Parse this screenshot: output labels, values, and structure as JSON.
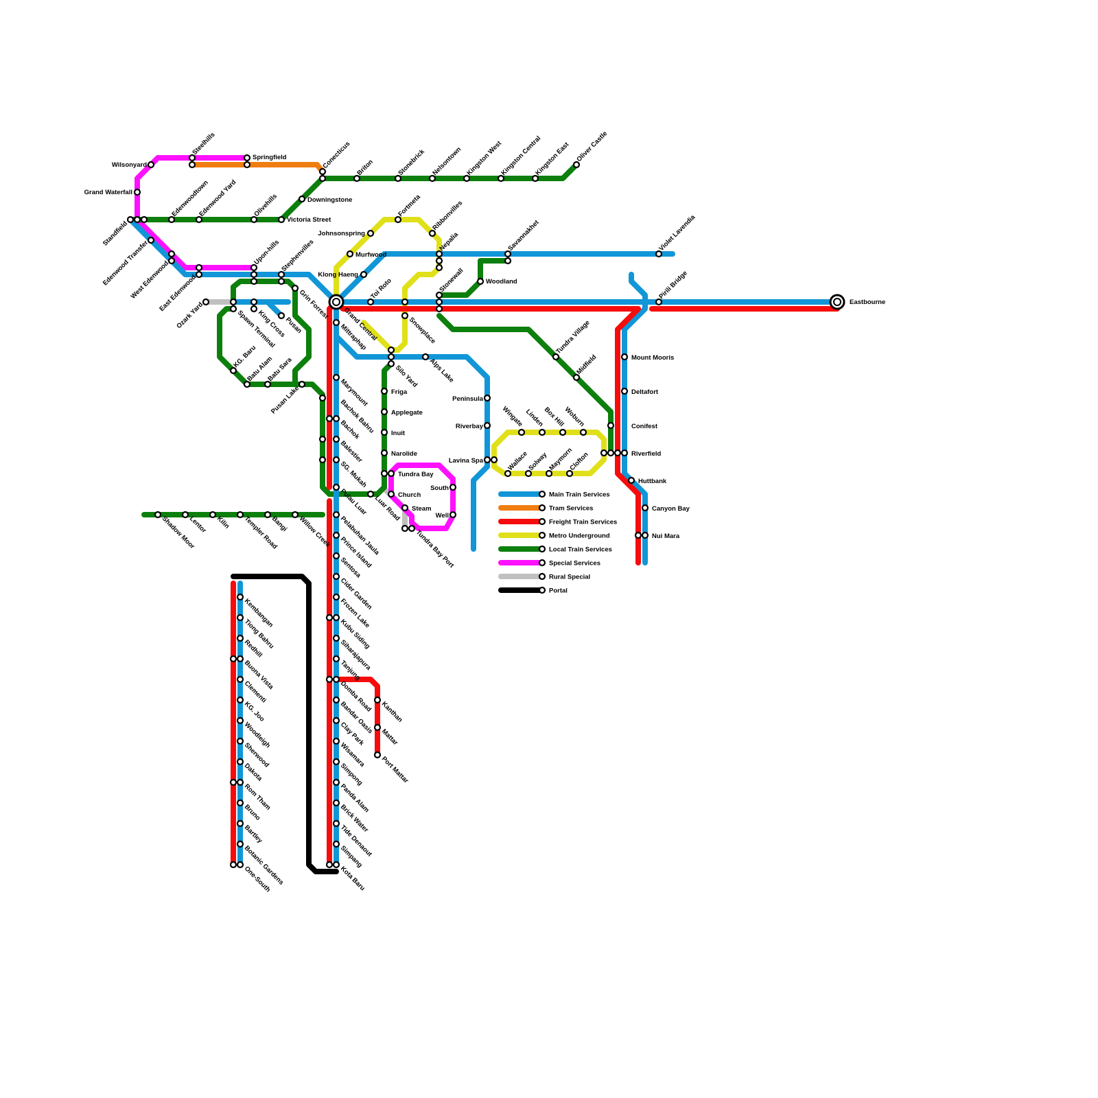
{
  "colors": {
    "main": "#1196D7",
    "tram": "#F07D10",
    "freight": "#F60C0C",
    "metro": "#E0E01A",
    "local": "#0C7F0C",
    "special": "#FF10FF",
    "rural": "#C0C0C0",
    "portal": "#000000"
  },
  "legend": [
    {
      "line": "main",
      "label": "Main Train Services"
    },
    {
      "line": "tram",
      "label": "Tram Services"
    },
    {
      "line": "freight",
      "label": "Freight Train Services"
    },
    {
      "line": "metro",
      "label": "Metro  Underground"
    },
    {
      "line": "local",
      "label": "Local Train Services"
    },
    {
      "line": "special",
      "label": "Special Services"
    },
    {
      "line": "rural",
      "label": "Rural Special"
    },
    {
      "line": "portal",
      "label": "Portal"
    }
  ],
  "stations": {
    "wilsonyard": "Wilsonyard",
    "steelhills": "Steelhills",
    "springfield": "Springfield",
    "conecticus": "Conecticus",
    "briton": "Briton",
    "stonebrick": "Stonebrick",
    "nelsontown": "Nelsontown",
    "kingston_west": "Kingston West",
    "kingston_central": "Kingston Central",
    "kingston_east": "Kingston East",
    "oliver_castle": "Oliver Castle",
    "grand_waterfall": "Grand Waterfall",
    "downingstone": "Downingstone",
    "standfield": "Standfield",
    "edenwoodtown": "Edenwoodtown",
    "edenwood_yard": "Edenwood Yard",
    "olivehills": "Olivehills",
    "victoria_street": "Victoria Street",
    "fortmeta": "Fortmeta",
    "ribbonvilles": "Ribbonvilles",
    "johnsonspring": "Johnsonspring",
    "edenwood_transfer": "Edenwood Transfer",
    "nepalia": "Nepalia",
    "savannakhet": "Savannakhet",
    "violet_lavendia": "Violet Lavendia",
    "murfwood": "Murfwood",
    "west_edenwood": "West Edenwood",
    "upon_hills": "Upon-hills",
    "stephenvilles": "Stephenvilles",
    "klong_haeng": "Klong Haeng",
    "east_edenwood": "East Edenwood",
    "woodland": "Woodland",
    "pirili_bridge": "Pirili Bridge",
    "stonewall": "Stonewall",
    "toi_roto": "Toi Roto",
    "grin_forrest": "Grin Forrest",
    "ozark_yard": "Ozark Yard",
    "eastbourne": "Eastbourne",
    "grand_central": "Grand Central",
    "spawn_terminal": "Spawn Terminal",
    "king_cross": "King Cross",
    "pusan": "Pusan",
    "mittraphap": "Mittraphap",
    "snowplace": "Snowplace",
    "tundra_village": "Tundra Village",
    "kg_baru": "KG. Baru",
    "batu_alam": "Batu Alam",
    "batu_sara": "Batu Sara",
    "silo_yard": "Silo Yard",
    "alps_lake": "Alps Lake",
    "mount_mooris": "Mount Mooris",
    "midfield": "Midfield",
    "pusan_lake": "Pusan Lake",
    "marymount": "Marymount",
    "friga": "Friga",
    "deltafort": "Deltafort",
    "peninsula": "Peninsula",
    "bachok_bahru": "Bachok Bahru",
    "applegate": "Applegate",
    "wingate": "Wingate",
    "linden": "Linden",
    "box_hill": "Box Hill",
    "woburn": "Woburn",
    "riverbay": "Riverbay",
    "conifest": "Conifest",
    "bachok": "Bachok",
    "inuit": "Inuit",
    "balestier": "Balestier",
    "narolide": "Narolide",
    "lavina_spa": "Lavina Spa",
    "riverfield": "Riverfield",
    "sg_mukah": "SG. Mukah",
    "wallace": "Wallace",
    "solway": "Solway",
    "maymorn": "Maymorn",
    "clofton": "Clofton",
    "tundra_bay": "Tundra Bay",
    "huttbank": "Huttbank",
    "pulau_luar": "Pulau Luar",
    "south": "South",
    "church": "Church",
    "luar_road": "Luar Road",
    "steam": "Steam",
    "canyon_bay": "Canyon Bay",
    "well": "Well",
    "shadow_moor": "Shadow Moor",
    "lentor": "Lentor",
    "kilin": "Kilin",
    "templer_road": "Templer Road",
    "bangi": "Bangi",
    "willow_creek": "Willow Creek",
    "pelabuhan_jaula": "Pelabuhan Jaula",
    "tundra_bay_port": "Tundra Bay Port",
    "nui_mara": "Nui Mara",
    "prince_island": "Prince Island",
    "sentosa": "Sentosa",
    "kembangan": "Kembangan",
    "cider_garden": "Cider Garden",
    "tiong_bahru": "Tiong Bahru",
    "frozen_lake": "Frozen Lake",
    "redhill": "Redhill",
    "kubu_siding": "Kubu Siding",
    "buona_vista": "Buona Vista",
    "siharajapura": "Siharajapura",
    "clementi": "Clementi",
    "tanjung": "Tanjung",
    "kg_joo": "KG. Joo",
    "domba_road": "Domba Road",
    "kanthan": "Kanthan",
    "woodleigh": "Woodleigh",
    "bandar_oasis": "Bandar Oasis",
    "sherwood": "Sherwood",
    "clay_park": "Clay Park",
    "mattar": "Mattar",
    "dakota": "Dakota",
    "wisamara": "Wisamara",
    "port_mattar": "Port Mattar",
    "rom_tham": "Rom Tham",
    "simpong": "Simpong",
    "bruno": "Bruno",
    "panda_alam": "Panda Alam",
    "bartley": "Bartley",
    "brick_water": "Brick Water",
    "botanic_gardens": "Botanic Gardens",
    "tide_denaout": "Tide Denaout",
    "one_south": "One-South",
    "simpang": "Simpang",
    "kota_baru": "Kota Baru"
  }
}
